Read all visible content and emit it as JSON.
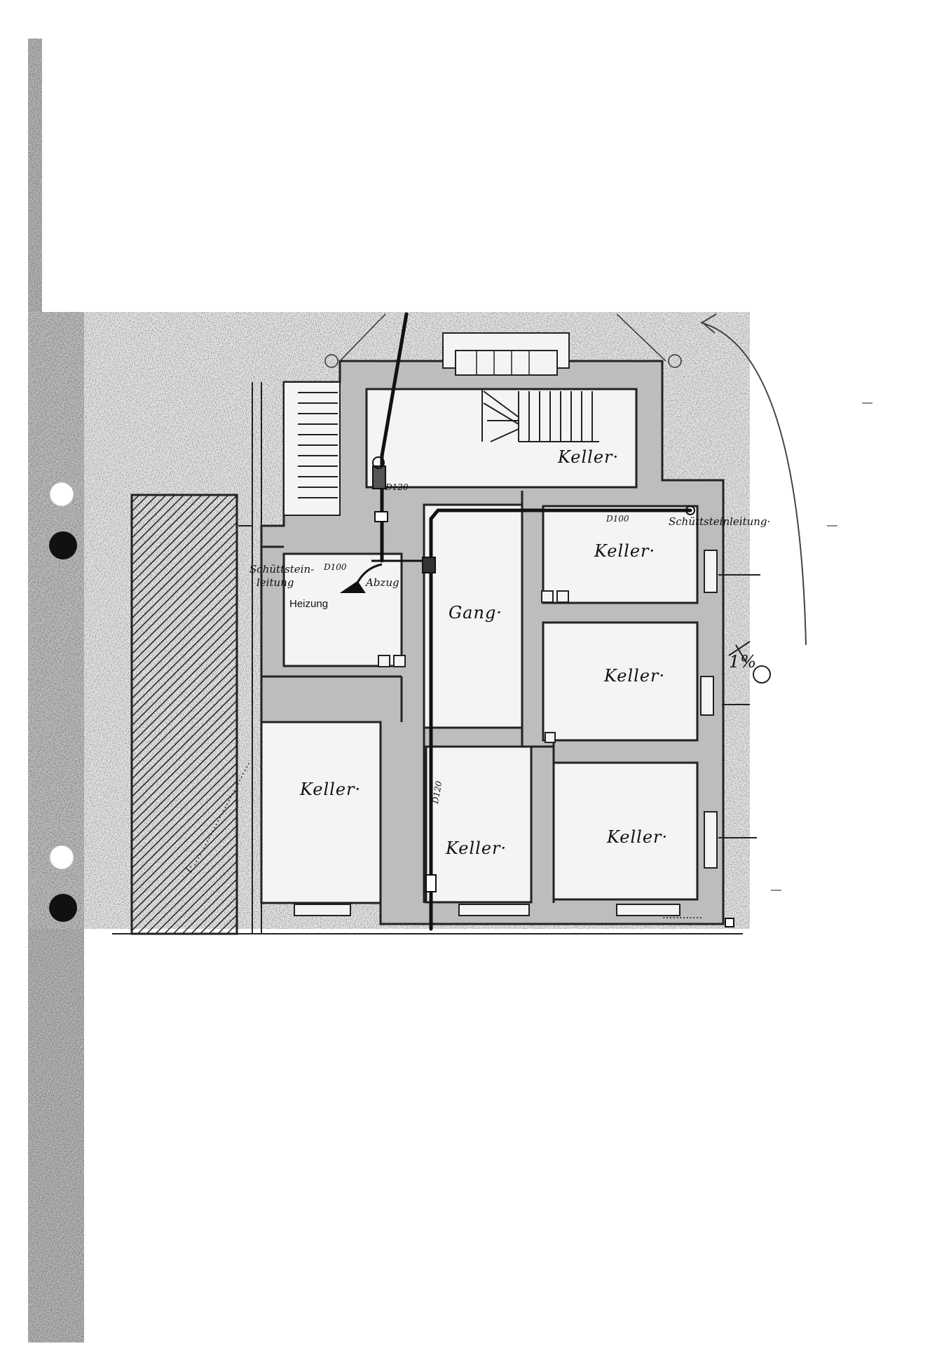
{
  "plan": {
    "rooms": [
      {
        "id": "keller-top",
        "label": "Keller·"
      },
      {
        "id": "keller-right-1",
        "label": "Keller·"
      },
      {
        "id": "keller-right-2",
        "label": "Keller·"
      },
      {
        "id": "keller-right-3",
        "label": "Keller·"
      },
      {
        "id": "keller-left",
        "label": "Keller·"
      },
      {
        "id": "keller-center",
        "label": "Keller·"
      },
      {
        "id": "gang",
        "label": "Gang·"
      },
      {
        "id": "heizung",
        "label": "Heizung"
      }
    ],
    "pipes": {
      "schuttstein_left": "Schüttstein-",
      "schuttstein_left_2": "leitung",
      "schuttstein_right": "Schüttsteinleitung·",
      "d100_left": "D100",
      "d100_right": "D100",
      "d120": "D120",
      "abzug": "Abzug",
      "d120_vertical": "D120"
    },
    "annotations": {
      "diagonal_note": "l·...............................",
      "right_note": "1%",
      "bottom_note": "............"
    }
  }
}
